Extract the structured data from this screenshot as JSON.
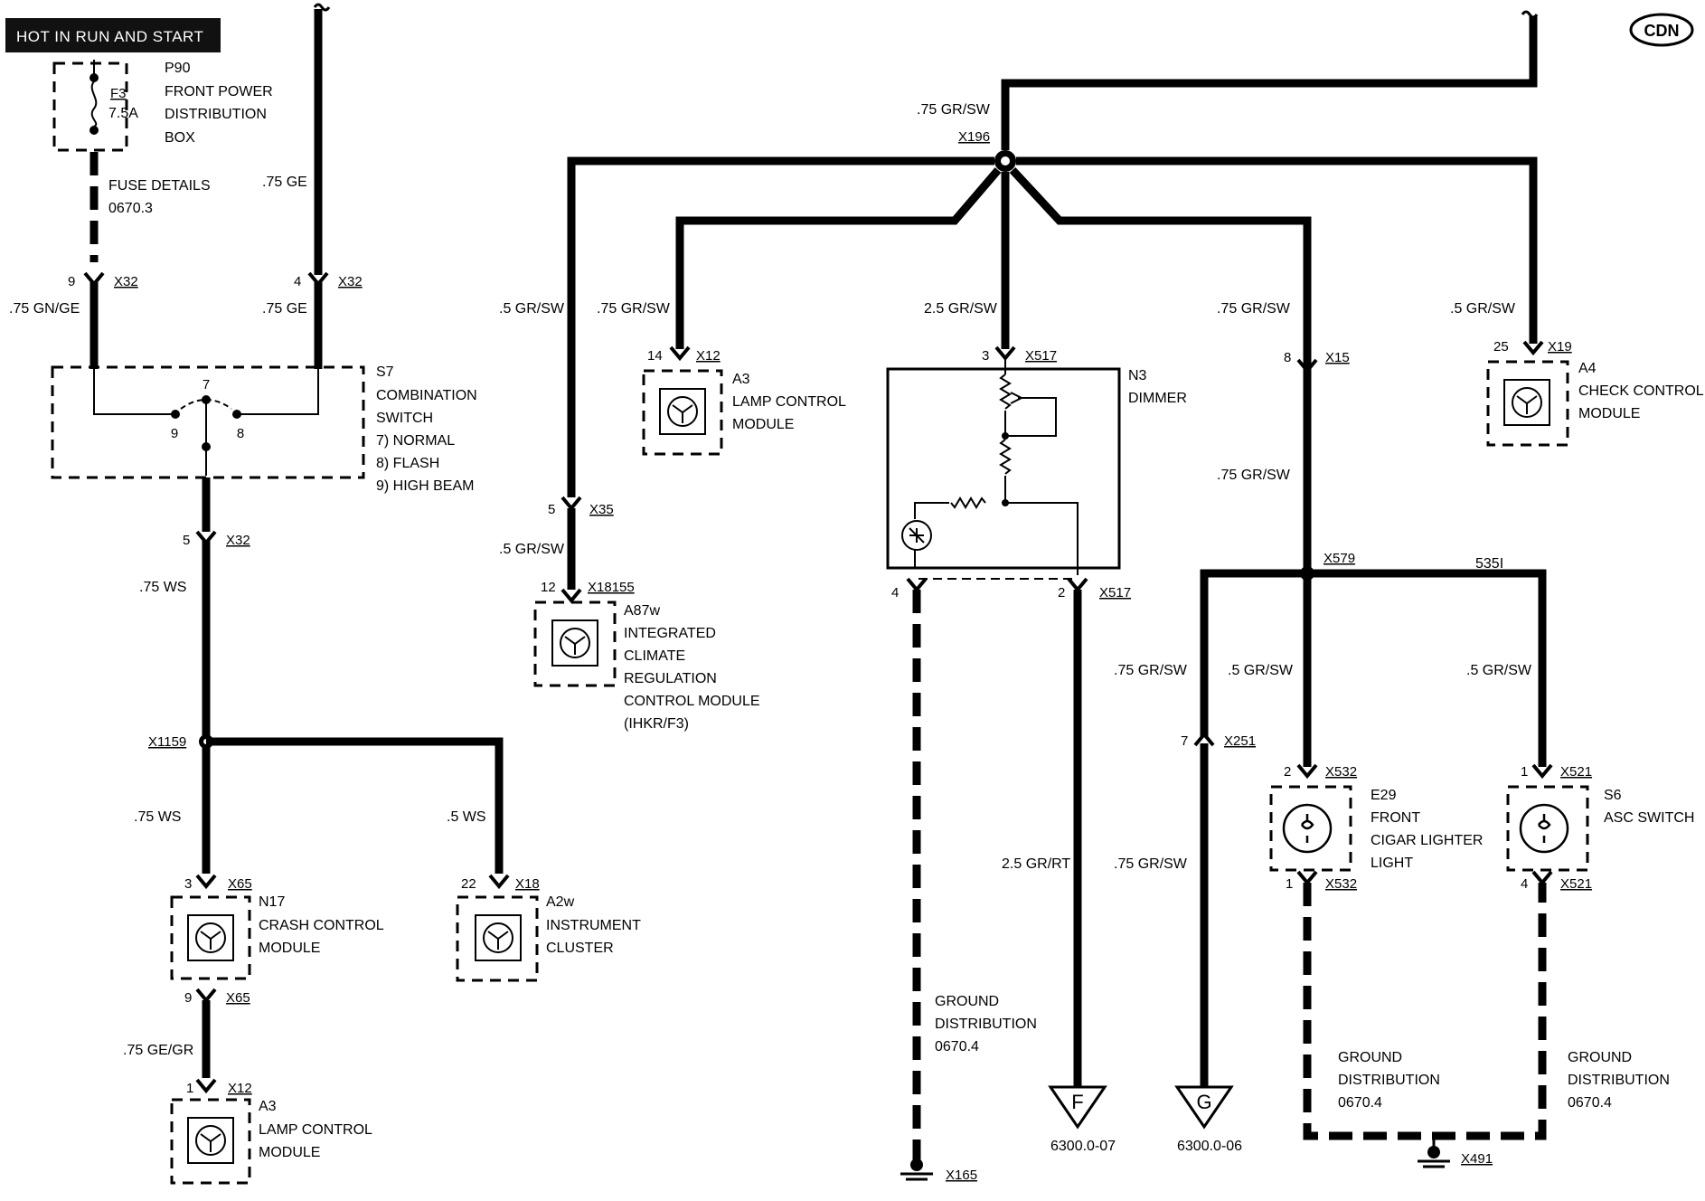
{
  "header": {
    "title": "HOT IN RUN AND START",
    "badge": "CDN"
  },
  "fuse": {
    "id": "P90",
    "name_lines": [
      "FRONT POWER",
      "DISTRIBUTION",
      "BOX"
    ],
    "fuse_label": "F3",
    "rating": "7.5A",
    "details_lines": [
      "FUSE DETAILS",
      "0670.3"
    ]
  },
  "switch_s7": {
    "id": "S7",
    "name_lines": [
      "COMBINATION",
      "SWITCH"
    ],
    "modes": [
      "7)    NORMAL",
      "8)    FLASH",
      "9)    HIGH BEAM"
    ],
    "pin_7": "7",
    "pin_9": "9",
    "pin_8": "8"
  },
  "left_wires": {
    "w_075_ge_top": ".75 GE",
    "w_075_gnge": ".75 GN/GE",
    "w_075_ge": ".75 GE",
    "w_075_ws_1": ".75 WS",
    "w_075_ws_2": ".75 WS",
    "w_05_ws": ".5 WS",
    "w_075_gegr": ".75 GE/GR"
  },
  "connectors": {
    "x32_a": {
      "pin": "9",
      "name": "X32"
    },
    "x32_b": {
      "pin": "4",
      "name": "X32"
    },
    "x32_c": {
      "pin": "5",
      "name": "X32"
    },
    "x1159": {
      "name": "X1159"
    },
    "x65_a": {
      "pin": "3",
      "name": "X65"
    },
    "x18": {
      "pin": "22",
      "name": "X18"
    },
    "x65_b": {
      "pin": "9",
      "name": "X65"
    },
    "x12_bottom": {
      "pin": "1",
      "name": "X12"
    },
    "x196": {
      "name": "X196"
    },
    "x12_top": {
      "pin": "14",
      "name": "X12"
    },
    "x35": {
      "pin": "5",
      "name": "X35"
    },
    "x18155": {
      "pin": "12",
      "name": "X18155"
    },
    "x517_top": {
      "pin": "3",
      "name": "X517"
    },
    "x517_bottom": {
      "pin_left": "4",
      "pin": "2",
      "name": "X517"
    },
    "x15": {
      "pin": "8",
      "name": "X15"
    },
    "x19": {
      "pin": "25",
      "name": "X19"
    },
    "x579": {
      "name": "X579"
    },
    "x251": {
      "pin": "7",
      "name": "X251"
    },
    "x532_top": {
      "pin": "2",
      "name": "X532"
    },
    "x532_bottom": {
      "pin": "1",
      "name": "X532"
    },
    "x521_top": {
      "pin": "1",
      "name": "X521"
    },
    "x521_bottom": {
      "pin": "4",
      "name": "X521"
    },
    "x165": {
      "name": "X165"
    },
    "x491": {
      "name": "X491"
    }
  },
  "modules": {
    "n17": {
      "id": "N17",
      "lines": [
        "CRASH CONTROL",
        "MODULE"
      ]
    },
    "a2w": {
      "id": "A2w",
      "lines": [
        "INSTRUMENT",
        "CLUSTER"
      ]
    },
    "a3_bottom": {
      "id": "A3",
      "lines": [
        "LAMP CONTROL",
        "MODULE"
      ]
    },
    "a3_top": {
      "id": "A3",
      "lines": [
        "LAMP CONTROL",
        "MODULE"
      ]
    },
    "a87w": {
      "id": "A87w",
      "lines": [
        "INTEGRATED",
        "CLIMATE",
        "REGULATION",
        "CONTROL MODULE",
        "(IHKR/F3)"
      ]
    },
    "a4": {
      "id": "A4",
      "lines": [
        "CHECK CONTROL",
        "MODULE"
      ]
    },
    "n3": {
      "id": "N3",
      "lines": [
        "DIMMER"
      ]
    },
    "e29": {
      "id": "E29",
      "lines": [
        "FRONT",
        "CIGAR LIGHTER",
        "LIGHT"
      ]
    },
    "s6": {
      "id": "S6",
      "lines": [
        "ASC SWITCH"
      ]
    }
  },
  "right_wires": {
    "w_075_grsw_top": ".75 GR/SW",
    "w_05_grsw_a": ".5 GR/SW",
    "w_075_grsw_a3": ".75 GR/SW",
    "w_25_grsw": "2.5 GR/SW",
    "w_075_grsw_x15": ".75 GR/SW",
    "w_05_grsw_x19": ".5 GR/SW",
    "w_05_grsw_x35": ".5 GR/SW",
    "w_075_grsw_mid": ".75 GR/SW",
    "w_535i": "535I",
    "w_075_grsw_x251": ".75 GR/SW",
    "w_05_grsw_e29": ".5 GR/SW",
    "w_05_grsw_s6": ".5 GR/SW",
    "w_25_grrt": "2.5 GR/RT",
    "w_075_grsw_g": ".75 GR/SW"
  },
  "grounds": {
    "g1_lines": [
      "GROUND",
      "DISTRIBUTION",
      "0670.4"
    ],
    "g2_lines": [
      "GROUND",
      "DISTRIBUTION",
      "0670.4"
    ],
    "g3_lines": [
      "GROUND",
      "DISTRIBUTION",
      "0670.4"
    ]
  },
  "references": {
    "f_letter": "F",
    "f_ref": "6300.0-07",
    "g_letter": "G",
    "g_ref": "6300.0-06"
  }
}
